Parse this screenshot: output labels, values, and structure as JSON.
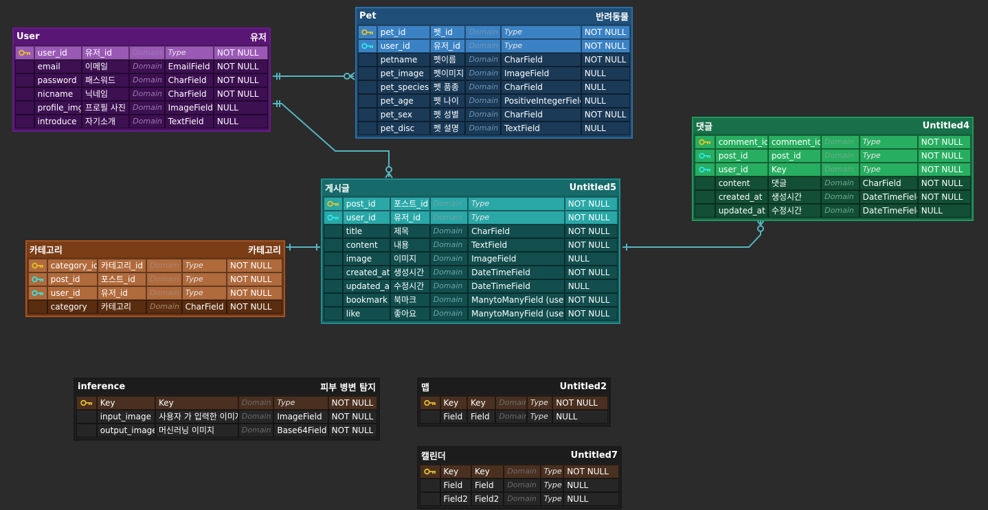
{
  "colors": {
    "background": "#2b2b2b",
    "connector": "#56b6c2",
    "key_gold": "#e6c229",
    "key_cyan": "#2ee6e6"
  },
  "tables": [
    {
      "id": "user",
      "title": "User",
      "subtitle": "유저",
      "theme": {
        "border": "#6a1b8a",
        "header": "#5a1675",
        "body": "#4a1463",
        "pk": "#9b59b6",
        "fk": "#9b59b6",
        "cell": "#3d1052",
        "domain": "#9a7aab"
      },
      "rows": [
        {
          "key": "pk",
          "name": "user_id",
          "logical": "유저_id",
          "domain": "Domain",
          "type": "Type",
          "null": "NOT NULL"
        },
        {
          "key": "",
          "name": "email",
          "logical": "이메일",
          "domain": "Domain",
          "type": "EmailField",
          "null": "NOT NULL"
        },
        {
          "key": "",
          "name": "password",
          "logical": "패스워드",
          "domain": "Domain",
          "type": "CharField",
          "null": "NOT NULL"
        },
        {
          "key": "",
          "name": "nicname",
          "logical": "닉네임",
          "domain": "Domain",
          "type": "CharField",
          "null": "NOT NULL"
        },
        {
          "key": "",
          "name": "profile_img",
          "logical": "프로필 사진",
          "domain": "Domain",
          "type": "ImageField",
          "null": "NULL"
        },
        {
          "key": "",
          "name": "introduce",
          "logical": "자기소개",
          "domain": "Domain",
          "type": "TextField",
          "null": "NULL"
        }
      ]
    },
    {
      "id": "pet",
      "title": "Pet",
      "subtitle": "반려동물",
      "theme": {
        "border": "#2a6fa8",
        "header": "#1f4f78",
        "body": "#1d4566",
        "pk": "#3b82c4",
        "fk": "#3b82c4",
        "cell": "#1a3a57",
        "domain": "#6f93b3"
      },
      "rows": [
        {
          "key": "pk",
          "name": "pet_id",
          "logical": "펫_id",
          "domain": "Domain",
          "type": "Type",
          "null": "NOT NULL"
        },
        {
          "key": "fk",
          "name": "user_id",
          "logical": "유저_id",
          "domain": "Domain",
          "type": "Type",
          "null": "NOT NULL"
        },
        {
          "key": "",
          "name": "petname",
          "logical": "펫이름",
          "domain": "Domain",
          "type": "CharField",
          "null": "NOT NULL"
        },
        {
          "key": "",
          "name": "pet_image",
          "logical": "펫이미지",
          "domain": "Domain",
          "type": "ImageField",
          "null": "NULL"
        },
        {
          "key": "",
          "name": "pet_species",
          "logical": "펫 품종",
          "domain": "Domain",
          "type": "CharField",
          "null": "NULL"
        },
        {
          "key": "",
          "name": "pet_age",
          "logical": "펫 나이",
          "domain": "Domain",
          "type": "PositiveIntegerField",
          "null": "NULL"
        },
        {
          "key": "",
          "name": "pet_sex",
          "logical": "펫 성별",
          "domain": "Domain",
          "type": "CharField",
          "null": "NOT NULL"
        },
        {
          "key": "",
          "name": "pet_disc",
          "logical": "펫 설명",
          "domain": "Domain",
          "type": "TextField",
          "null": "NULL"
        }
      ]
    },
    {
      "id": "comment",
      "title": "댓글",
      "subtitle": "Untitled4",
      "theme": {
        "border": "#1f9a5c",
        "header": "#17704a",
        "body": "#165f40",
        "pk": "#27ae60",
        "fk": "#27ae60",
        "cell": "#134f36",
        "domain": "#6fa98c"
      },
      "rows": [
        {
          "key": "pk",
          "name": "comment_id",
          "logical": "comment_id",
          "domain": "Domain",
          "type": "Type",
          "null": "NOT NULL"
        },
        {
          "key": "fk",
          "name": "post_id",
          "logical": "post_id",
          "domain": "Domain",
          "type": "Type",
          "null": "NOT NULL"
        },
        {
          "key": "fk",
          "name": "user_id",
          "logical": "Key",
          "domain": "Domain",
          "type": "Type",
          "null": "NOT NULL"
        },
        {
          "key": "",
          "name": "content",
          "logical": "댓글",
          "domain": "Domain",
          "type": "CharField",
          "null": "NOT NULL"
        },
        {
          "key": "",
          "name": "created_at",
          "logical": "생성시간",
          "domain": "Domain",
          "type": "DateTimeField",
          "null": "NOT NULL"
        },
        {
          "key": "",
          "name": "updated_at",
          "logical": "수정시간",
          "domain": "Domain",
          "type": "DateTimeField",
          "null": "NULL"
        }
      ]
    },
    {
      "id": "post",
      "title": "게시글",
      "subtitle": "Untitled5",
      "theme": {
        "border": "#1f8f8f",
        "header": "#176a6a",
        "body": "#155c5c",
        "pk": "#2aa7a7",
        "fk": "#2aa7a7",
        "cell": "#124e4e",
        "domain": "#6fa3a3"
      },
      "rows": [
        {
          "key": "pk",
          "name": "post_id",
          "logical": "포스트_id",
          "domain": "Domain",
          "type": "Type",
          "null": "NOT NULL"
        },
        {
          "key": "fk",
          "name": "user_id",
          "logical": "유저_id",
          "domain": "Domain",
          "type": "Type",
          "null": "NOT NULL"
        },
        {
          "key": "",
          "name": "title",
          "logical": "제목",
          "domain": "Domain",
          "type": "CharField",
          "null": "NOT NULL"
        },
        {
          "key": "",
          "name": "content",
          "logical": "내용",
          "domain": "Domain",
          "type": "TextField",
          "null": "NOT NULL"
        },
        {
          "key": "",
          "name": "image",
          "logical": "이미지",
          "domain": "Domain",
          "type": "ImageField",
          "null": "NULL"
        },
        {
          "key": "",
          "name": "created_at",
          "logical": "생성시간",
          "domain": "Domain",
          "type": "DateTimeField",
          "null": "NOT NULL"
        },
        {
          "key": "",
          "name": "updated_at",
          "logical": "수정시간",
          "domain": "Domain",
          "type": "DateTimeField",
          "null": "NULL"
        },
        {
          "key": "",
          "name": "bookmark",
          "logical": "북마크",
          "domain": "Domain",
          "type": "ManytoManyField (user)",
          "null": "NOT NULL"
        },
        {
          "key": "",
          "name": "like",
          "logical": "좋아요",
          "domain": "Domain",
          "type": "ManytoManyField (user)",
          "null": "NOT NULL"
        }
      ]
    },
    {
      "id": "category",
      "title": "카테고리",
      "subtitle": "카테고리",
      "theme": {
        "border": "#a8521f",
        "header": "#7a3d16",
        "body": "#6b3513",
        "pk": "#b06a3c",
        "fk": "#b06a3c",
        "cell": "#5a2d10",
        "domain": "#a88670"
      },
      "rows": [
        {
          "key": "pk",
          "name": "category_id",
          "logical": "카테고리_id",
          "domain": "Domain",
          "type": "Type",
          "null": "NOT NULL"
        },
        {
          "key": "fk",
          "name": "post_id",
          "logical": "포스트_id",
          "domain": "Domain",
          "type": "Type",
          "null": "NOT NULL"
        },
        {
          "key": "fk",
          "name": "user_id",
          "logical": "유저_id",
          "domain": "Domain",
          "type": "Type",
          "null": "NOT NULL"
        },
        {
          "key": "",
          "name": "category",
          "logical": "카테고리",
          "domain": "Domain",
          "type": "CharField",
          "null": "NOT NULL"
        }
      ]
    },
    {
      "id": "inference",
      "title": "inference",
      "subtitle": "피부 병변 탐지",
      "theme": {
        "border": "#1a1a1a",
        "header": "#1c1c1c",
        "body": "#1e1e1e",
        "pk": "#4a3020",
        "fk": "#4a3020",
        "cell": "#262626",
        "domain": "#6a6a6a"
      },
      "rows": [
        {
          "key": "pk",
          "name": "Key",
          "logical": "Key",
          "domain": "Domain",
          "type": "Type",
          "null": "NOT NULL"
        },
        {
          "key": "",
          "name": "input_image",
          "logical": "사용자 가 입력한 이미지",
          "domain": "Domain",
          "type": "ImageField",
          "null": "NOT NULL"
        },
        {
          "key": "",
          "name": "output_image",
          "logical": "머신러닝 이미지",
          "domain": "Domain",
          "type": "Base64Field",
          "null": "NOT NULL"
        }
      ]
    },
    {
      "id": "map",
      "title": "맵",
      "subtitle": "Untitled2",
      "theme": {
        "border": "#1a1a1a",
        "header": "#1c1c1c",
        "body": "#1e1e1e",
        "pk": "#4a3020",
        "fk": "#4a3020",
        "cell": "#262626",
        "domain": "#6a6a6a"
      },
      "rows": [
        {
          "key": "pk",
          "name": "Key",
          "logical": "Key",
          "domain": "Domain",
          "type": "Type",
          "null": "NOT NULL"
        },
        {
          "key": "",
          "name": "Field",
          "logical": "Field",
          "domain": "Domain",
          "type": "Type",
          "null": "NULL"
        }
      ]
    },
    {
      "id": "calendar",
      "title": "캘린더",
      "subtitle": "Untitled7",
      "theme": {
        "border": "#1a1a1a",
        "header": "#1c1c1c",
        "body": "#1e1e1e",
        "pk": "#4a3020",
        "fk": "#4a3020",
        "cell": "#262626",
        "domain": "#6a6a6a"
      },
      "rows": [
        {
          "key": "pk",
          "name": "Key",
          "logical": "Key",
          "domain": "Domain",
          "type": "Type",
          "null": "NOT NULL"
        },
        {
          "key": "",
          "name": "Field",
          "logical": "Field",
          "domain": "Domain",
          "type": "Type",
          "null": "NULL"
        },
        {
          "key": "",
          "name": "Field2",
          "logical": "Field2",
          "domain": "Domain",
          "type": "Type",
          "null": "NULL"
        }
      ]
    }
  ],
  "relationships": [
    {
      "from": "user",
      "to": "pet"
    },
    {
      "from": "user",
      "to": "post"
    },
    {
      "from": "category",
      "to": "post"
    },
    {
      "from": "post",
      "to": "comment"
    }
  ]
}
